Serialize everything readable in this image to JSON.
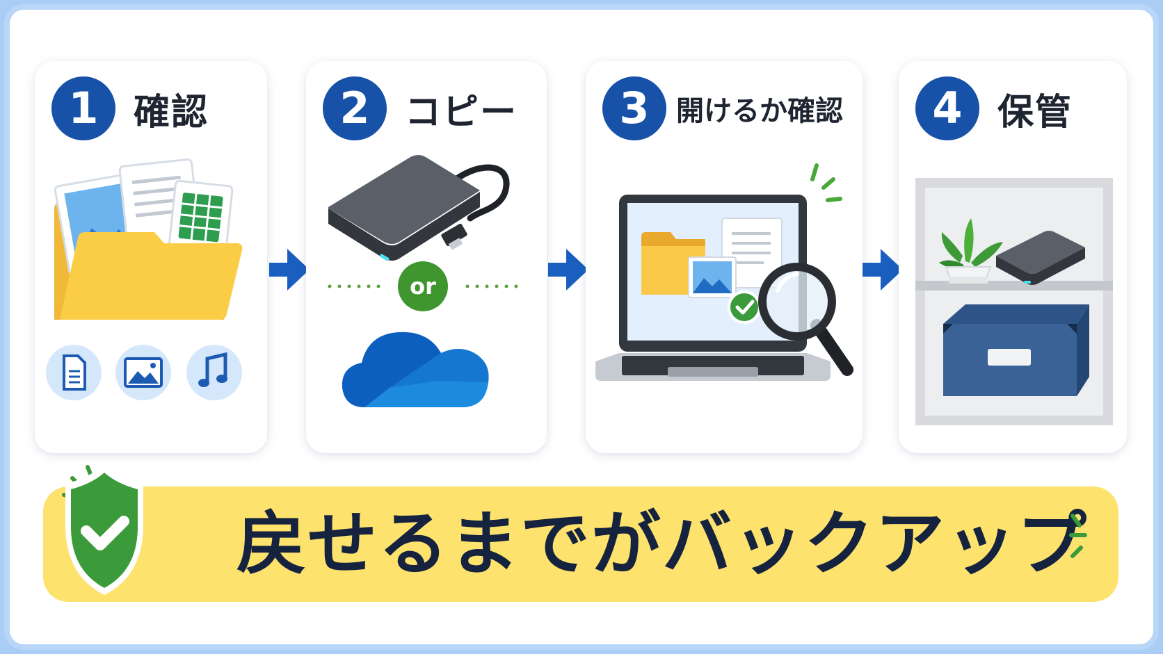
{
  "steps": [
    {
      "number": "1",
      "label": "確認"
    },
    {
      "number": "2",
      "label": "コピー",
      "separator": "or"
    },
    {
      "number": "3",
      "label": "開けるか確認"
    },
    {
      "number": "4",
      "label": "保管"
    }
  ],
  "banner": {
    "text": "戻せるまでがバックアップ"
  },
  "colors": {
    "accent_blue": "#1751a8",
    "banner_yellow": "#fde26e",
    "check_green": "#3b9a3a",
    "frame_blue": "#b8d6f7",
    "text_dark": "#15233f"
  },
  "icons": {
    "step1": [
      "folder-icon",
      "image-file-icon",
      "text-file-icon",
      "spreadsheet-icon",
      "document-icon",
      "image-icon",
      "music-icon"
    ],
    "step2": [
      "external-drive-icon",
      "cloud-icon"
    ],
    "step3": [
      "laptop-icon",
      "folder-icon",
      "image-icon",
      "check-icon",
      "magnifier-icon"
    ],
    "step4": [
      "shelf-icon",
      "plant-icon",
      "external-drive-icon",
      "storage-box-icon"
    ],
    "banner": [
      "shield-check-icon"
    ]
  }
}
